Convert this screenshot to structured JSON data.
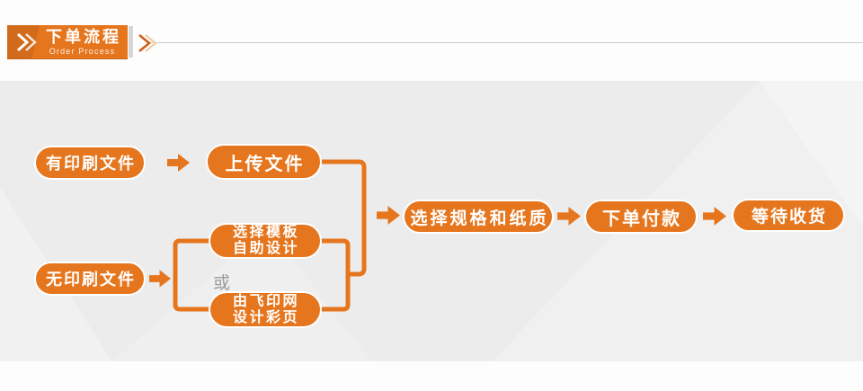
{
  "header": {
    "title": "下单流程",
    "subtitle": "Order Process"
  },
  "flow": {
    "or_label": "或",
    "nodes": {
      "has_print_file": "有印刷文件",
      "upload_file": "上传文件",
      "no_print_file": "无印刷文件",
      "choose_template_line1": "选择模板",
      "choose_template_line2": "自助设计",
      "feiyin_design_line1": "由飞印网",
      "feiyin_design_line2": "设计彩页",
      "choose_spec_paper": "选择规格和纸质",
      "pay_order": "下单付款",
      "wait_delivery": "等待收货"
    }
  },
  "icons": {
    "banner_chevron": "double-chevron-right-icon",
    "header_rule_chevron": "double-chevron-right-icon",
    "flow_arrow": "block-arrow-right-icon"
  },
  "colors": {
    "accent_orange": "#E6761E",
    "accent_orange_dark": "#C9631A",
    "panel_gray": "#ECECEC",
    "rule_gray": "#CBCBCB",
    "divider_gray": "#D6D6D6",
    "or_text_gray": "#9B9B9B",
    "pill_border": "#FFFFFF"
  }
}
